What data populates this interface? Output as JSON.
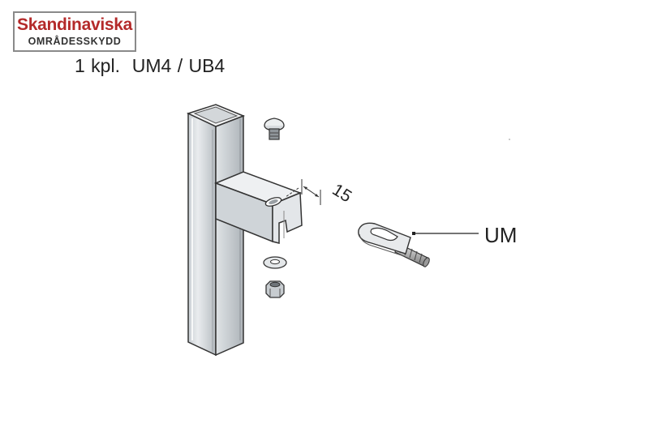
{
  "logo": {
    "line1": "Skandinaviska",
    "line2": "OMRÅDESSKYDD",
    "colors": {
      "line1": "#b42a2a",
      "line2": "#333333",
      "border": "#8a8a8a"
    }
  },
  "heading": "1 kpl.  UM4 / UB4",
  "dimension": {
    "value": "15"
  },
  "callout": {
    "label": "UM"
  }
}
